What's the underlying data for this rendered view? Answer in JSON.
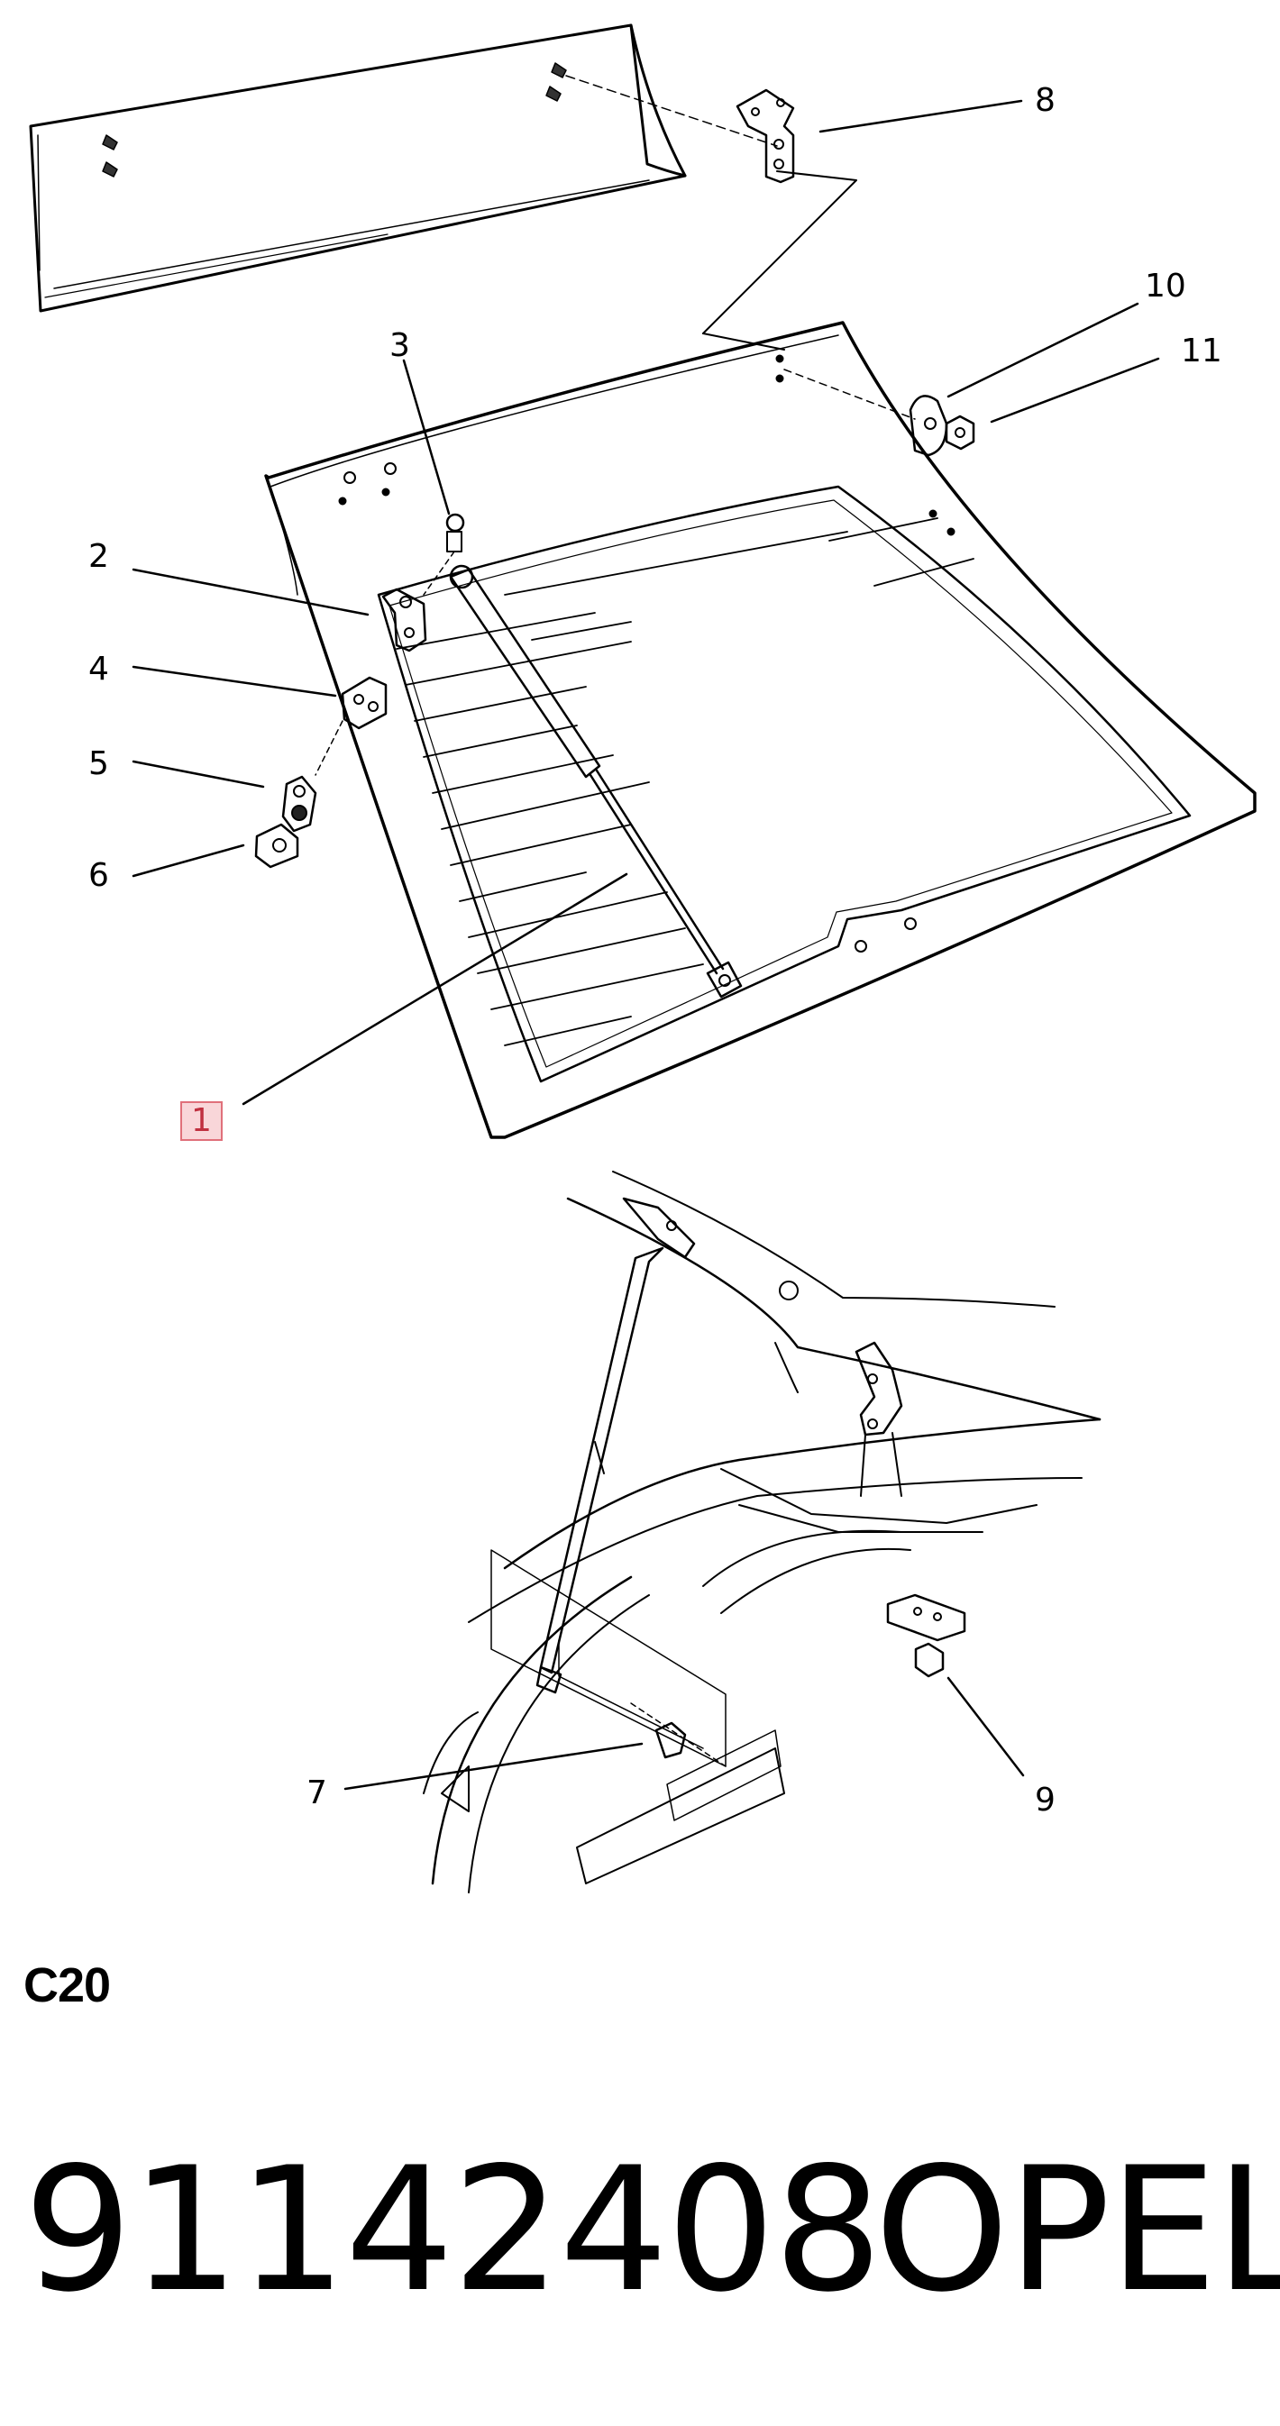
{
  "diagram": {
    "callouts": [
      {
        "id": "c1",
        "label": "1",
        "highlighted": true
      },
      {
        "id": "c2",
        "label": "2"
      },
      {
        "id": "c3",
        "label": "3"
      },
      {
        "id": "c4",
        "label": "4"
      },
      {
        "id": "c5",
        "label": "5"
      },
      {
        "id": "c6",
        "label": "6"
      },
      {
        "id": "c7",
        "label": "7"
      },
      {
        "id": "c8",
        "label": "8"
      },
      {
        "id": "c9",
        "label": "9"
      },
      {
        "id": "c10",
        "label": "10"
      },
      {
        "id": "c11",
        "label": "11"
      }
    ],
    "highlight_color": "#e0707a"
  },
  "footer": {
    "diagram_code": "C20",
    "part_number": "91142408",
    "brand": "OPEL"
  }
}
